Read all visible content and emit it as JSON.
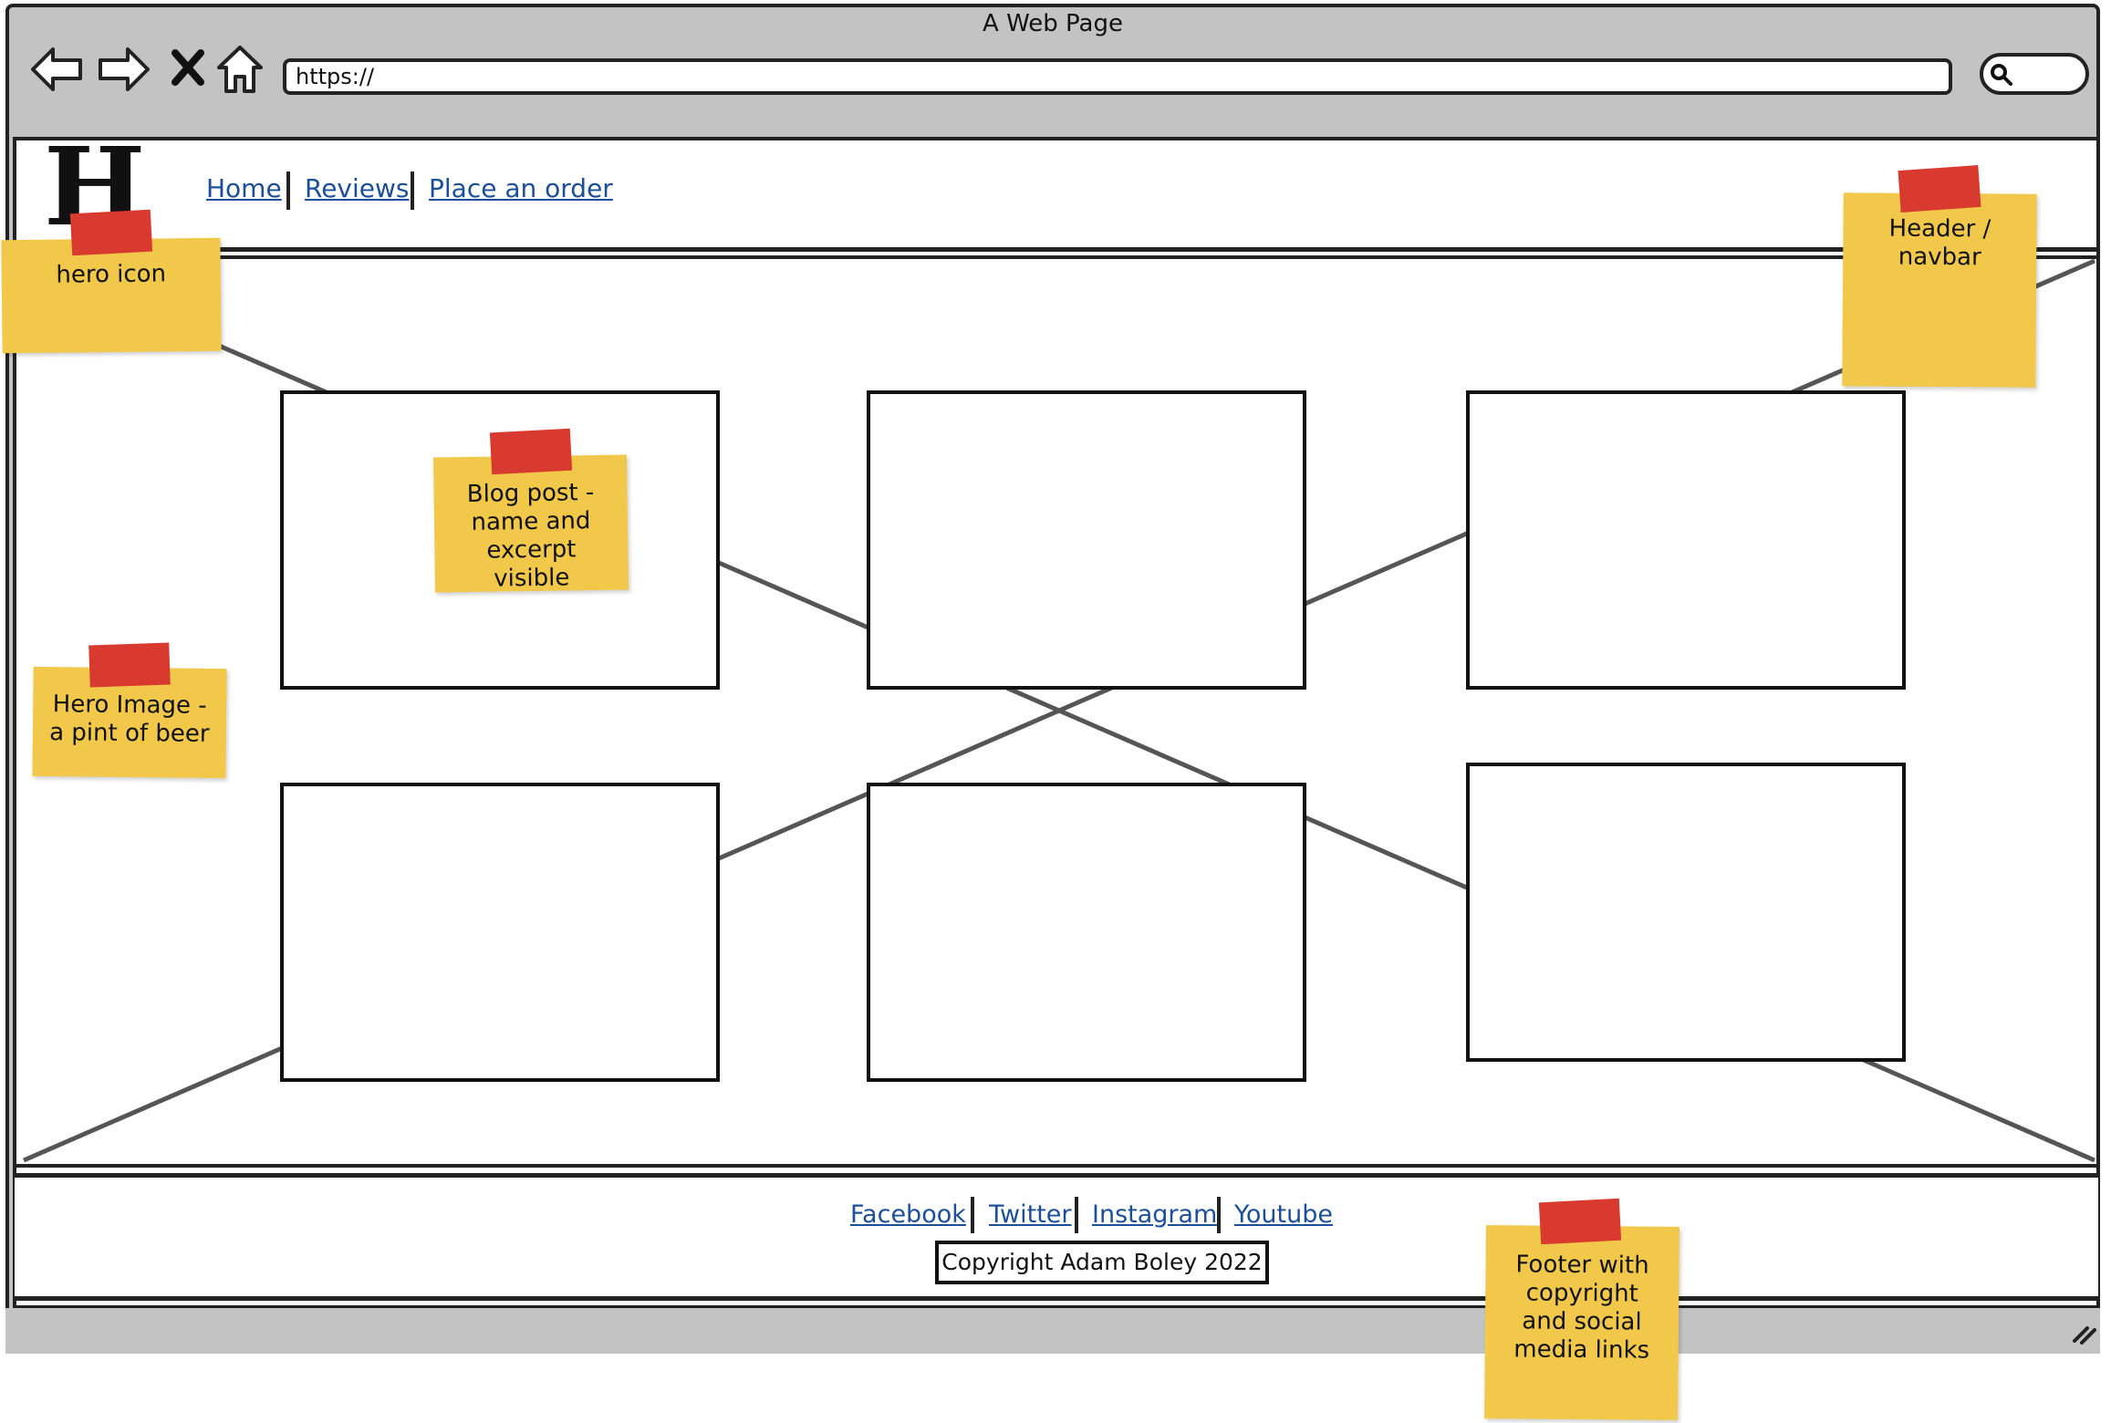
{
  "window": {
    "title": "A Web Page"
  },
  "browser": {
    "url": "https://"
  },
  "site": {
    "logo": "H",
    "nav": [
      "Home",
      "Reviews",
      "Place an order"
    ],
    "footer_links": [
      "Facebook",
      "Twitter",
      "Instagram",
      "Youtube"
    ],
    "copyright": "Copyright Adam Boley 2022"
  },
  "notes": {
    "hero_icon": "hero icon",
    "header_navbar": "Header / navbar",
    "blog_post": "Blog post - name and excerpt visible",
    "hero_image": "Hero Image - a pint of beer",
    "footer": "Footer with copyright and social media links"
  },
  "colors": {
    "sticky_note": "#f2c84b",
    "tape": "#d93a2f",
    "link": "#1b4f99",
    "chrome": "#c3c3c3"
  },
  "icons": [
    "back-arrow-icon",
    "forward-arrow-icon",
    "stop-icon",
    "home-icon",
    "search-icon",
    "resize-grip-icon"
  ]
}
